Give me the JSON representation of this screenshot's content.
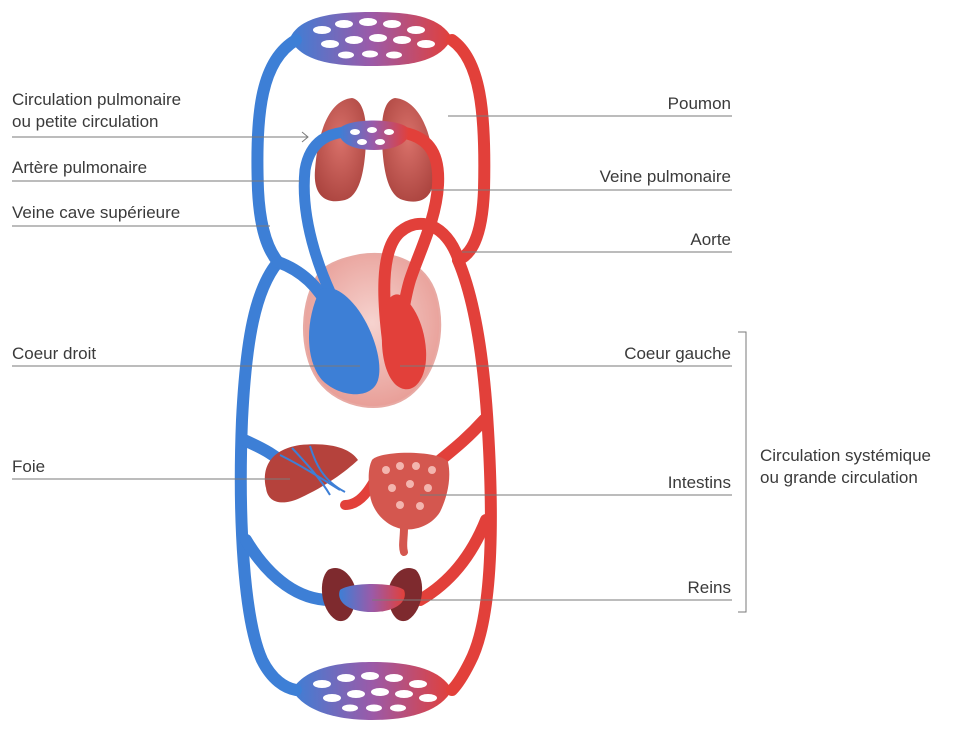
{
  "labels": {
    "pulmonary_circulation_line1": "Circulation pulmonaire",
    "pulmonary_circulation_line2": "ou petite circulation",
    "pulmonary_artery": "Artère pulmonaire",
    "superior_vena_cava": "Veine cave supérieure",
    "right_heart": "Coeur droit",
    "liver": "Foie",
    "lung": "Poumon",
    "pulmonary_vein": "Veine pulmonaire",
    "aorta": "Aorte",
    "left_heart": "Coeur gauche",
    "intestines": "Intestins",
    "kidneys": "Reins",
    "systemic_circulation_line1": "Circulation systémique",
    "systemic_circulation_line2": "ou grande circulation"
  },
  "colors": {
    "venous_blue": "#3d7fd6",
    "arterial_red": "#e2403a",
    "organ_red": "#c8504a",
    "leader_line": "#7a7a7a",
    "text": "#3a3a3a"
  }
}
